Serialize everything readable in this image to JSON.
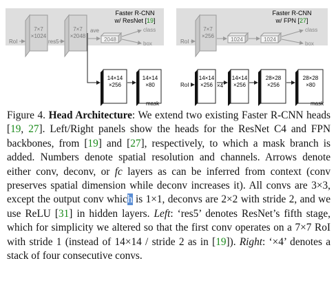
{
  "left_panel": {
    "title_line1": "Faster R-CNN",
    "title_line2_prefix": "w/ ResNet [",
    "title_line2_cite": "19",
    "title_line2_suffix": "]",
    "roi": "RoI",
    "box1_line1": "7×7",
    "box1_line2": "×1024",
    "res5": "res5",
    "box2_line1": "7×7",
    "box2_line2": "×2048",
    "ave": "ave",
    "fc": "2048",
    "class": "class",
    "box": "box",
    "m1_line1": "14×14",
    "m1_line2": "×256",
    "m2_line1": "14×14",
    "m2_line2": "×80",
    "mask": "mask"
  },
  "right_panel": {
    "title_line1": "Faster R-CNN",
    "title_line2_prefix": "w/ FPN [",
    "title_line2_cite": "27",
    "title_line2_suffix": "]",
    "roi": "RoI",
    "box1_line1": "7×7",
    "box1_line2": "×256",
    "fc1": "1024",
    "fc2": "1024",
    "class": "class",
    "box": "box",
    "roi2": "RoI",
    "m1_line1": "14×14",
    "m1_line2": "×256",
    "x4": "×4",
    "m2_line1": "14×14",
    "m2_line2": "×256",
    "m3_line1": "28×28",
    "m3_line2": "×256",
    "m4_line1": "28×28",
    "m4_line2": "×80",
    "mask": "mask"
  },
  "caption": {
    "fig_label": "Figure 4.",
    "title": "Head Architecture",
    "t1": ": We extend two existing Faster R-CNN heads [",
    "c1": "19",
    "t2": ", ",
    "c2": "27",
    "t3": "].  Left/Right panels show the heads for the ResNet C4 and FPN backbones, from [",
    "c3": "19",
    "t4": "] and [",
    "c4": "27",
    "t5": "], respectively, to which a mask branch is added. Numbers denote spatial resolution and channels. Arrows denote either conv, deconv, or ",
    "fc_italic": "fc",
    "t6": " layers as can be inferred from context (conv preserves spatial dimension while deconv increases it). All convs are 3×3, except the output conv whic",
    "cursor_char": "h",
    "t7": " is 1×1, deconvs are 2×2 with stride 2, and we use ReLU [",
    "c5": "31",
    "t8": "] in hidden layers. ",
    "left_italic": "Left",
    "t9": ": ‘res5’ denotes ResNet’s fifth stage, which for simplicity we altered so that the first conv operates on a 7×7 RoI with stride 1 (instead of 14×14 / stride 2 as in [",
    "c6": "19",
    "t10": "]). ",
    "right_italic": "Right",
    "t11": ": ‘×4’ denotes a stack of four consecutive convs."
  }
}
